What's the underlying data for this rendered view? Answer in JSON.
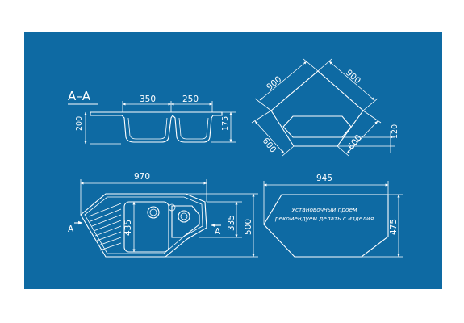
{
  "colors": {
    "background": "#0e6aa3",
    "lines": "#ffffff",
    "page": "#ffffff"
  },
  "section_label": "А–А",
  "section": {
    "width_left": "350",
    "width_right": "250",
    "depth": "200",
    "depth_right": "175"
  },
  "top_view": {
    "side_a": "900",
    "side_b": "900",
    "depth_a": "600",
    "depth_b": "600",
    "flange": "120"
  },
  "plan": {
    "length": "970",
    "bowl_depth": "435",
    "bowl_small": "335",
    "height": "500",
    "cut_left": "A",
    "cut_right": "A"
  },
  "cutout": {
    "width": "945",
    "height": "475",
    "note_line1": "Установочный проем",
    "note_line2": "рекомендуем делать с изделия"
  }
}
